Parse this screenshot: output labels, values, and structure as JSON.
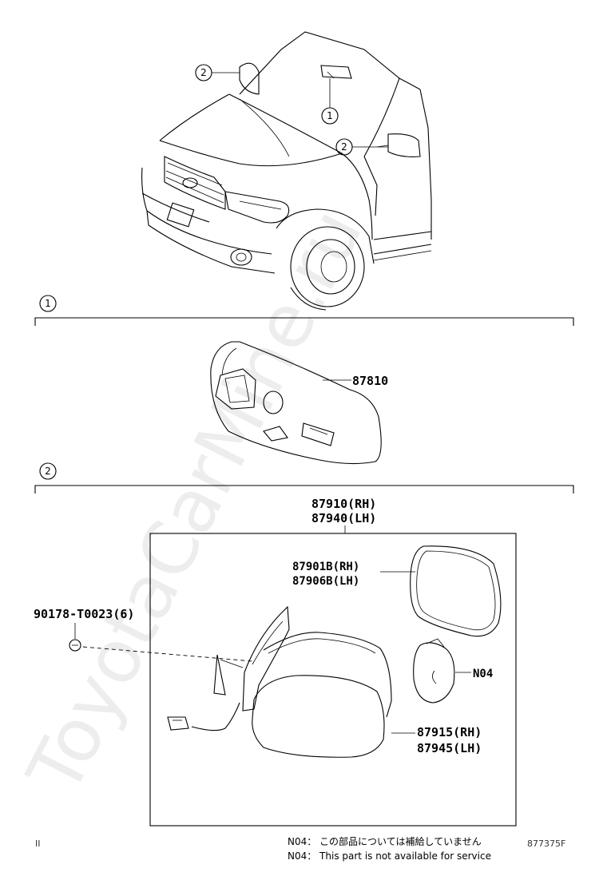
{
  "watermark": "ToyotaCarMine.ru",
  "sections": [
    {
      "callout": "1"
    },
    {
      "callout": "2"
    }
  ],
  "overview_callouts": [
    "2",
    "1",
    "2"
  ],
  "parts": {
    "inner_mirror": "87810",
    "outer_mirror_rh": "87910(RH)",
    "outer_mirror_lh": "87940(LH)",
    "mirror_glass_rh": "87901B(RH)",
    "mirror_glass_lh": "87906B(LH)",
    "cover_rh": "87915(RH)",
    "cover_lh": "87945(LH)",
    "screw": "90178-T0023(6)",
    "motor_note_ref": "N04"
  },
  "notes": {
    "jp": "N04： この部品については補給していません",
    "en": "N04： This part is not available for service"
  },
  "footer": {
    "left": "II",
    "right": "877375F"
  }
}
